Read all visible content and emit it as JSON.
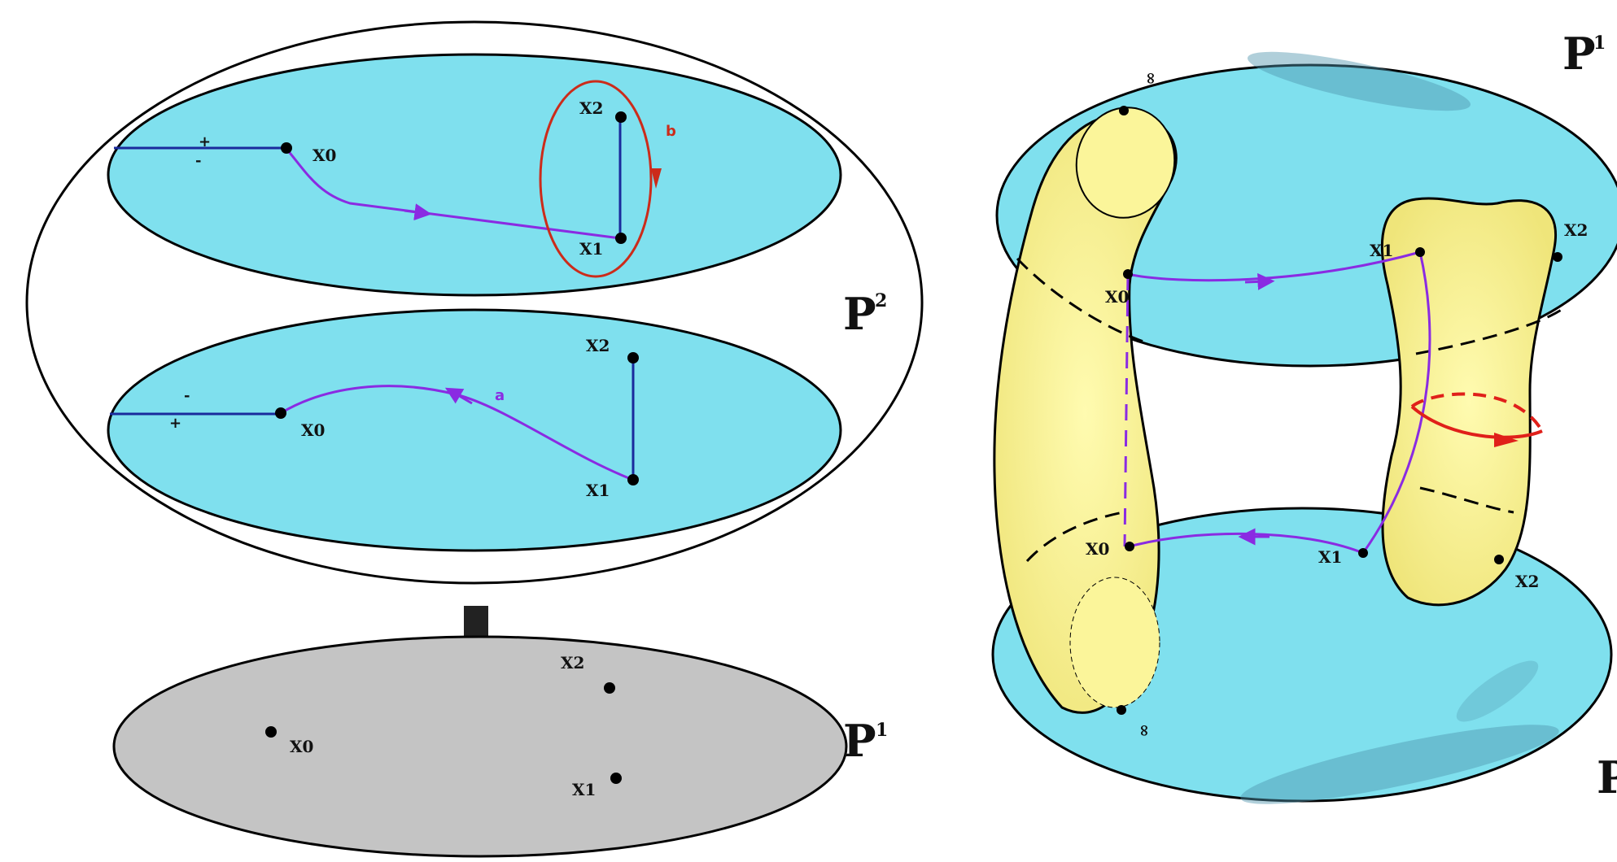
{
  "left_figure": {
    "outer_space": {
      "symbol": "P",
      "superscript": "2"
    },
    "top_sheet": {
      "points": [
        "X0",
        "X1",
        "X2"
      ],
      "plus_sign": "+",
      "minus_sign": "-",
      "loop_label": "b"
    },
    "bottom_sheet": {
      "points": [
        "X0",
        "X1",
        "X2"
      ],
      "minus_sign": "-",
      "plus_sign": "+",
      "path_label": "a"
    },
    "base": {
      "symbol": "P",
      "superscript": "1",
      "points": [
        "X0",
        "X1",
        "X2"
      ]
    }
  },
  "right_figure": {
    "top_sheet": {
      "symbol": "P",
      "superscript": "1",
      "points": [
        "X0",
        "X1",
        "X2"
      ],
      "infinity": "∞"
    },
    "bottom_sheet": {
      "symbol": "P",
      "points": [
        "X0",
        "X1",
        "X2"
      ],
      "infinity": "∞"
    }
  },
  "colors": {
    "sheet": "#7fe0ee",
    "base": "#c4c4c4",
    "tube": "#fbf59a",
    "branch_cut": "#1a2a9c",
    "path": "#8a2be2",
    "loop": "#cc2b1a",
    "outline": "#000000"
  }
}
